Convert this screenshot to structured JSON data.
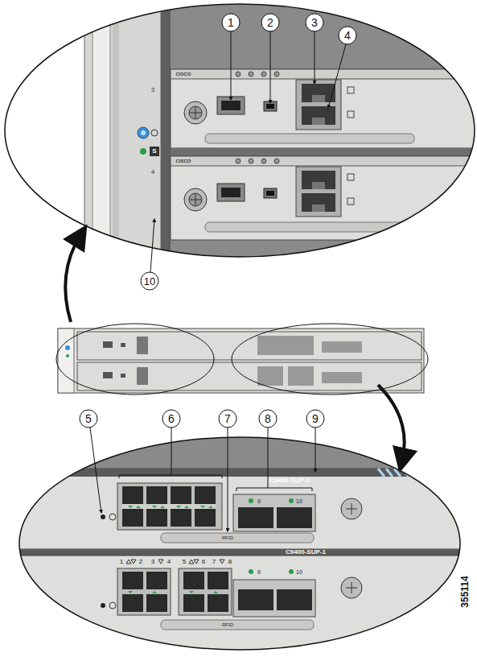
{
  "diagram": {
    "labels": [
      "1",
      "2",
      "3",
      "4",
      "5",
      "6",
      "7",
      "8",
      "9",
      "10",
      "CISCO",
      "CISCO",
      "3",
      "4",
      "C9400-SUP-1",
      "C9400-SUP-1",
      "9",
      "10",
      "9",
      "10",
      "1",
      "2",
      "3",
      "4",
      "5",
      "6",
      "7",
      "8",
      "RFID",
      "RFID",
      "355114",
      "S"
    ]
  }
}
